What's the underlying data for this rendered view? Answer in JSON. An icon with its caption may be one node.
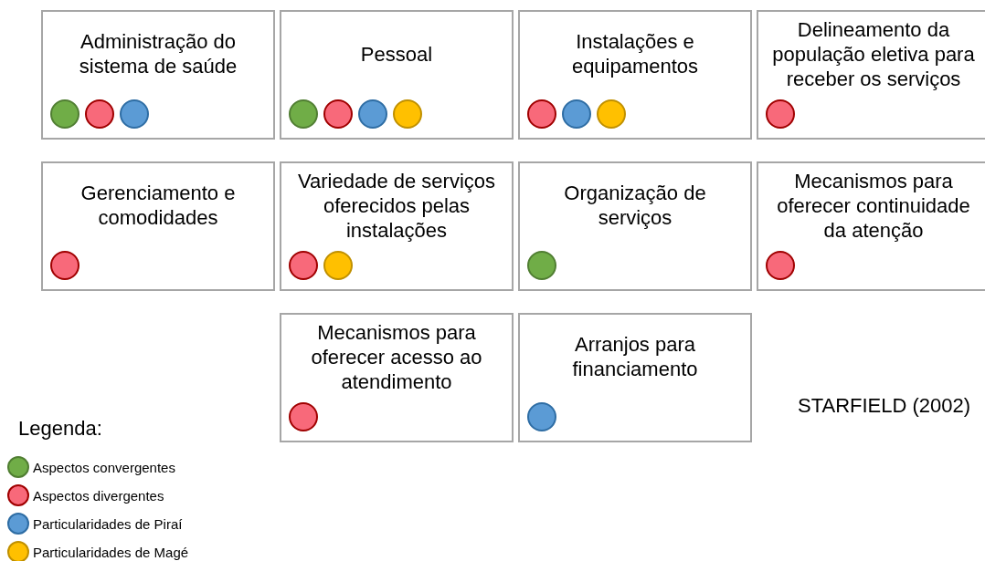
{
  "diagram": {
    "nodes": [
      {
        "text": [
          "Administração do sistema de saúde"
        ]
      },
      {
        "text": [],
        "shape": "circle",
        "in": 0
      },
      {
        "text": [],
        "shape": "circle",
        "in": 0
      },
      {
        "text": [],
        "shape": "circle",
        "in": 0
      },
      {
        "text": [
          "Pessoal"
        ]
      },
      {
        "text": [],
        "shape": "circle",
        "in": 4
      },
      {
        "text": [],
        "shape": "circle",
        "in": 4
      },
      {
        "text": [],
        "shape": "circle",
        "in": 4
      },
      {
        "text": [],
        "shape": "circle",
        "in": 4
      },
      {
        "text": [
          "Instalações e equipamentos"
        ]
      },
      {
        "text": [],
        "shape": "circle",
        "in": 9
      },
      {
        "text": [],
        "shape": "circle",
        "in": 9
      },
      {
        "text": [],
        "shape": "circle",
        "in": 9
      },
      {
        "text": [
          "Delineamento da população eletiva para receber os serviços"
        ]
      },
      {
        "text": [],
        "shape": "circle",
        "in": 13
      },
      {
        "text": [
          "Gerenciamento e comodidades"
        ]
      },
      {
        "text": [],
        "shape": "circle",
        "in": 15
      },
      {
        "text": [
          "Variedade de serviços oferecidos pelas instalações"
        ]
      },
      {
        "text": [],
        "shape": "circle",
        "in": 17
      },
      {
        "text": [],
        "shape": "circle",
        "in": 17
      },
      {
        "text": [
          "Organização de serviços"
        ]
      },
      {
        "text": [],
        "shape": "circle",
        "in": 20
      },
      {
        "text": [
          "Mecanismos para oferecer continuidade da atenção"
        ]
      },
      {
        "text": [],
        "shape": "circle",
        "in": 22
      },
      {
        "text": [
          "Mecanismos para oferecer acesso ao atendimento"
        ]
      },
      {
        "text": [],
        "shape": "circle",
        "in": 24
      },
      {
        "text": [
          "Arranjos para financiamento"
        ]
      },
      {
        "text": [],
        "shape": "circle",
        "in": 26
      }
    ],
    "edges": [],
    "labels": [
      "STARFIELD (2002)",
      "Legenda:"
    ],
    "legend": [
      {
        "text": "Aspectos convergentes",
        "color": "#70ad47"
      },
      {
        "text": "Aspectos divergentes",
        "color": "#f8697a"
      },
      {
        "text": "Particularidades de Piraí",
        "color": "#5b9bd5"
      },
      {
        "text": "Particularidades de Magé",
        "color": "#ffc000"
      }
    ]
  }
}
